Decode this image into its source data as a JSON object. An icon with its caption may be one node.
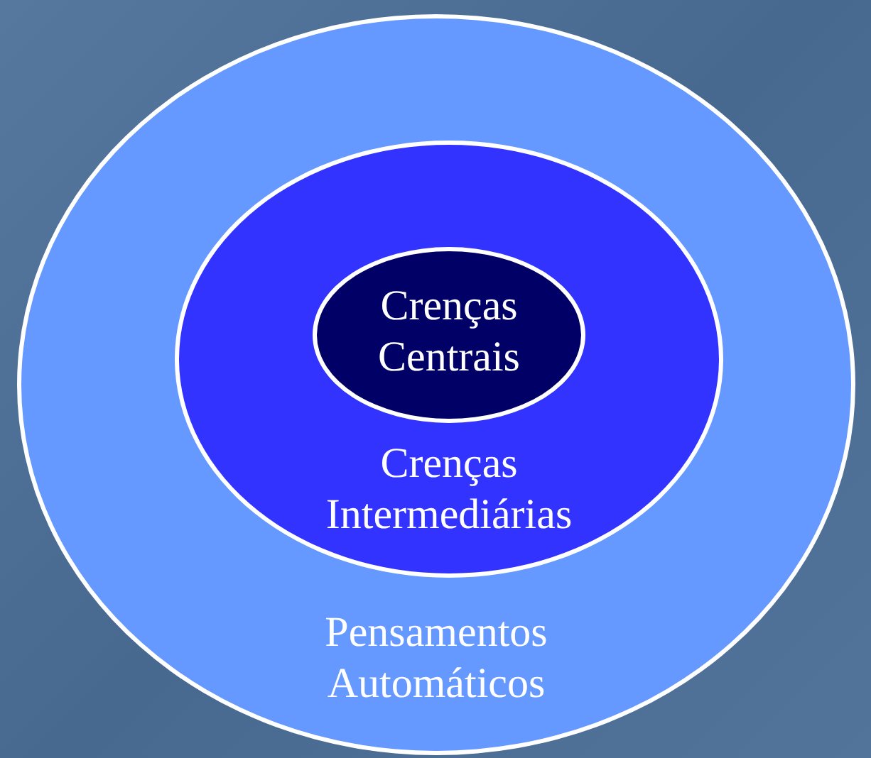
{
  "diagram": {
    "nodes": [
      {
        "text": [
          "Pensamentos Automáticos"
        ]
      },
      {
        "text": [
          "Crenças Intermediárias"
        ],
        "in": 0
      },
      {
        "text": [
          "Crenças Centrais"
        ],
        "in": 1
      }
    ]
  }
}
